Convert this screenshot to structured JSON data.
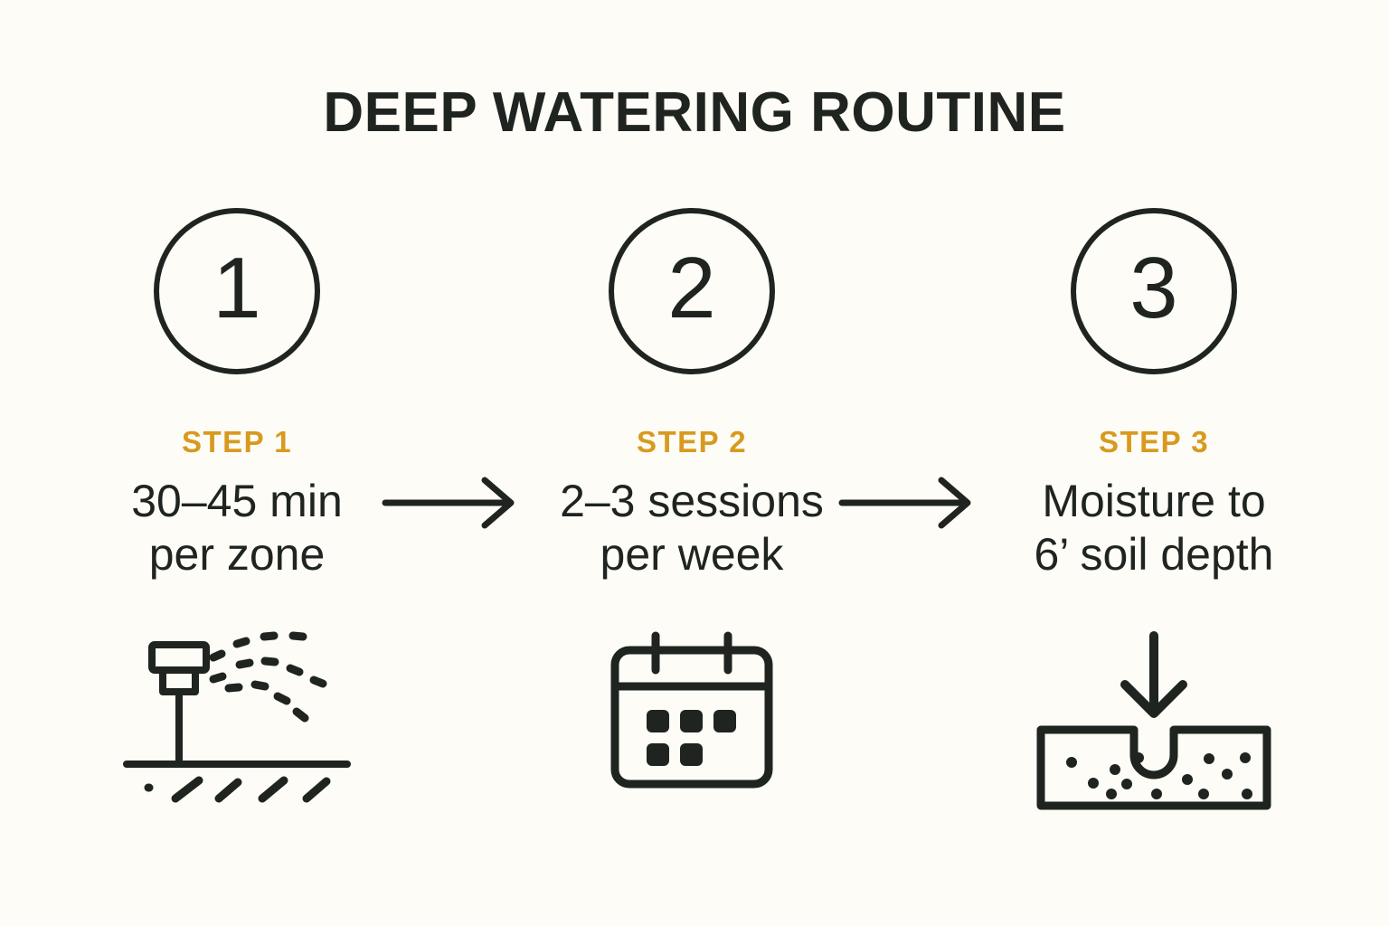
{
  "poster": {
    "title": "DEEP WATERING ROUTINE",
    "background_color": "#FDFCF6",
    "ink_color": "#1F2421",
    "accent_color": "#D89A1E"
  },
  "steps": [
    {
      "number": "1",
      "label": "STEP 1",
      "description": "30–45 min\nper zone",
      "icon": "sprinkler-icon"
    },
    {
      "number": "2",
      "label": "STEP 2",
      "description": "2–3 sessions\nper week",
      "icon": "calendar-icon"
    },
    {
      "number": "3",
      "label": "STEP 3",
      "description": "Moisture to\n6’ soil depth",
      "icon": "soil-depth-icon"
    }
  ],
  "connectors": [
    {
      "name": "arrow-step1-to-step2",
      "glyph": "arrow-right-icon"
    },
    {
      "name": "arrow-step2-to-step3",
      "glyph": "arrow-right-icon"
    }
  ]
}
